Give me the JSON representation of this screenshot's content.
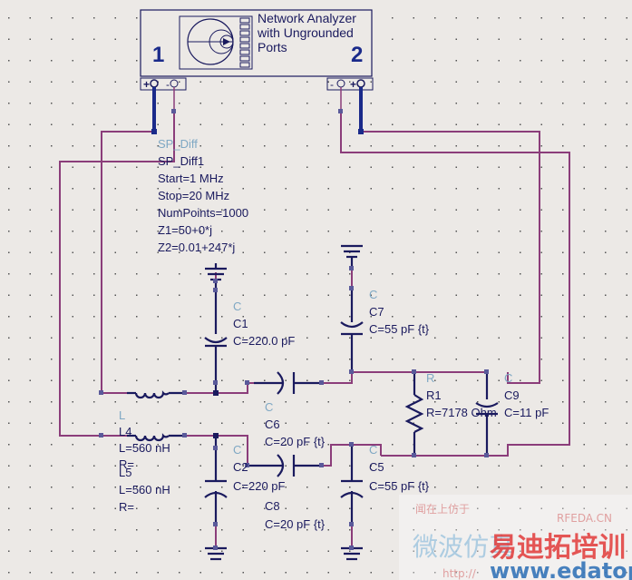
{
  "analyzer": {
    "title_lines": [
      "Network Analyzer",
      "with Ungrounded",
      "Ports"
    ],
    "port1_label": "1",
    "port2_label": "2",
    "port1_pins": {
      "plus": "+",
      "minus": "-"
    },
    "port2_pins": {
      "minus": "-",
      "plus": "+"
    }
  },
  "sp_diff": {
    "type": "SP_Diff",
    "name": "SP_Diff1",
    "params": [
      "Start=1 MHz",
      "Stop=20 MHz",
      "NumPoints=1000",
      "Z1=50+0*j",
      "Z2=0.01+247*j"
    ]
  },
  "components": {
    "c1": {
      "type": "C",
      "name": "C1",
      "value": "C=220.0 pF"
    },
    "c7": {
      "type": "C",
      "name": "C7",
      "value": "C=55 pF {t}"
    },
    "r1": {
      "type": "R",
      "name": "R1",
      "value": "R=7178 Ohm"
    },
    "c9": {
      "type": "C",
      "name": "C9",
      "value": "C=11 pF"
    },
    "c6": {
      "type": "C",
      "name": "C6",
      "value": "C=20 pF {t}"
    },
    "c2": {
      "type": "C",
      "name": "C2",
      "value": "C=220 pF"
    },
    "c5": {
      "type": "C",
      "name": "C5",
      "value": "C=55 pF {t}"
    },
    "c8": {
      "type": "C",
      "name": "C8",
      "value": "C=20 pF {t}"
    },
    "l4": {
      "type": "L",
      "name": "L4",
      "value": "L=560 nH",
      "r": "R="
    },
    "l5": {
      "type": "",
      "name": "L5",
      "value": "L=560 nH",
      "r": "R="
    }
  },
  "watermark": {
    "brand": "易迪拓培训",
    "url": "www.edatop.com",
    "site": "RFEDA.CN",
    "faded_text": "微波仿真",
    "faded_url": "http://",
    "faded_small": "闻在上仿于"
  },
  "colors": {
    "background": "#ece9e6",
    "wire": "#8b3d7a",
    "component": "#1a1a5e",
    "pin": "#5a5a9a",
    "label_type": "#7fa8c4"
  }
}
